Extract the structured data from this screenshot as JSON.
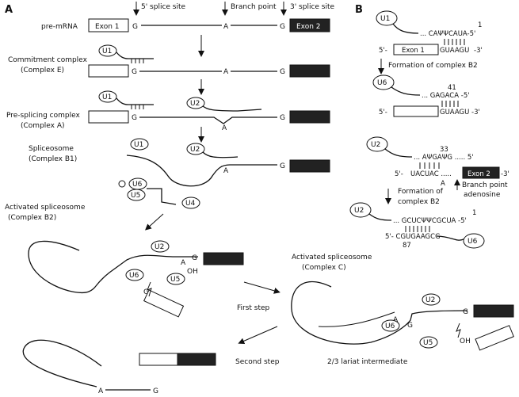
{
  "panels": {
    "a": "A",
    "b": "B"
  },
  "top_labels": {
    "five_ss": "5' splice site",
    "branch_point": "Branch point",
    "three_ss": "3' splice site"
  },
  "stage_labels": {
    "pre_mrna": "pre-mRNA",
    "commitment_1": "Commitment complex",
    "commitment_2": "(Complex E)",
    "presplicing_1": "Pre-splicing complex",
    "presplicing_2": "(Complex A)",
    "spliceosome_1": "Spliceosome",
    "spliceosome_2": "(Complex B1)",
    "activated_b2_1": "Activated spliceosome",
    "activated_b2_2": "(Complex B2)",
    "activated_c_1": "Activated spliceosome",
    "activated_c_2": "(Complex C)",
    "first_step": "First step",
    "second_step": "Second step",
    "lariat": "2/3 lariat intermediate"
  },
  "exons": {
    "exon1": "Exon 1",
    "exon2": "Exon 2"
  },
  "letters": {
    "g": "G",
    "a": "A",
    "oh": "OH"
  },
  "snrnas": {
    "u1": "U1",
    "u2": "U2",
    "u4": "U4",
    "u5": "U5",
    "u6": "U6"
  },
  "panel_b": {
    "u1_seq": "... CAΨΨCAUA-5'",
    "u1_num": "1",
    "mrna_5prime": "5'-",
    "mrna_gu": "GUAAGU",
    "mrna_3prime": "-3'",
    "formation_b2": "Formation of complex B2",
    "u6_seq": "... GAGACA -5'",
    "u6_num": "41",
    "u6_mrna": "GUAAGU -3'",
    "u2_seq": "... AΨGAΨG ..... 5'",
    "u2_num": "33",
    "branch_seq": "UACUAC .....",
    "branch_a": "A",
    "branch_point_1": "Branch point",
    "branch_point_2": "adenosine",
    "formation_1": "Formation of",
    "formation_2": "complex B2",
    "u2u6_seq": "... GCUCΨΨCGCUA -5'",
    "u2u6_num": "1",
    "u6_bottom_seq": "5'- CGUGAAGCG",
    "u6_bottom_num": "87"
  }
}
